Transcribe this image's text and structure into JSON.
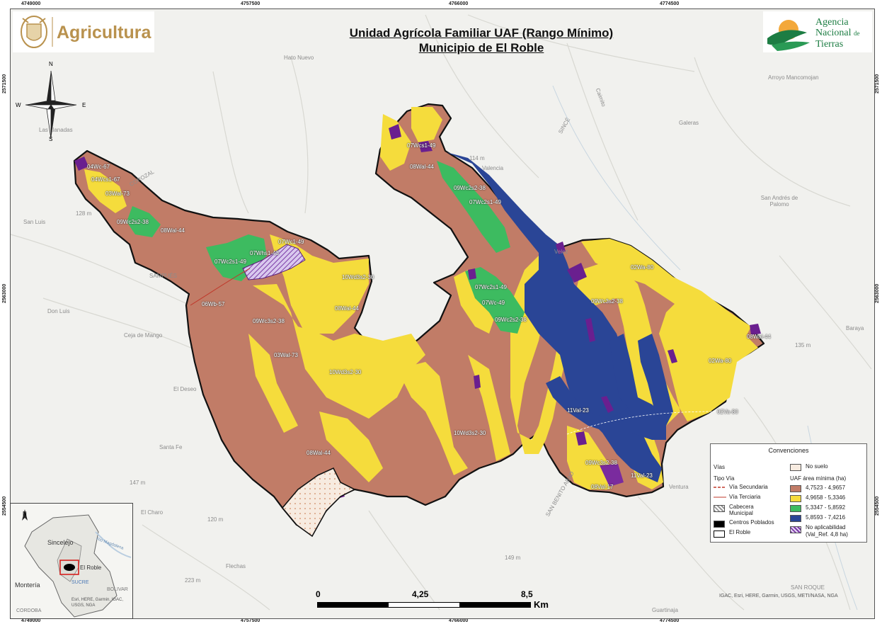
{
  "title": {
    "line1": "Unidad Agrícola Familiar UAF (Rango Mínimo)",
    "line2": "Municipio de El Roble"
  },
  "logos": {
    "left_text": "Agricultura",
    "right_line1": "Agencia",
    "right_line2": "Nacional",
    "right_de": "de",
    "right_line3": "Tierras"
  },
  "compass": {
    "n": "N",
    "s": "S",
    "e": "E",
    "w": "W"
  },
  "coords": {
    "top": [
      "4749000",
      "4757500",
      "4766000",
      "4774500"
    ],
    "bottom": [
      "4749000",
      "4757500",
      "4766000",
      "4774500"
    ],
    "left": [
      "2571500",
      "2563000",
      "2554500"
    ],
    "right": [
      "2571500",
      "2563000",
      "2554500"
    ]
  },
  "place_labels": [
    "Hato Nuevo",
    "San Luis",
    "Las Llanadas",
    "Don Luis",
    "Ceja de Mango",
    "El Deseo",
    "Santa Fe",
    "El Charo",
    "Flechas",
    "Valencia",
    "Galeras",
    "San Andrés de Palomo",
    "Baraya",
    "Ventura",
    "Guartinaja",
    "SAN ROQUE",
    "SAN BENITO ABAD",
    "SINCÉ",
    "COROZAL",
    "SAMPUÉS",
    "Arroyo Mancomojan",
    "Caimito",
    "Velez",
    "128 m",
    "147 m",
    "114 m",
    "135 m",
    "120 m",
    "149 m",
    "223 m"
  ],
  "unit_labels": [
    "04Wc-67",
    "04Wcs1-67",
    "03Wal-73",
    "09Wc2s2-38",
    "08Wal-44",
    "07Wc1-49",
    "07Whs1-43",
    "07Wc2s1-49",
    "10Wd3s2-30",
    "08Wal-44",
    "06Wb-57",
    "09Wc3s2-38",
    "03Wal-73",
    "10Wd3s2-30",
    "10Wd3s2-30",
    "08Wal-44",
    "07Wcs1-49",
    "08Wal-44",
    "09Wc2s2-38",
    "07Wc2s1-49",
    "07Wc2s1-49",
    "07Wc-49",
    "09Wc2s2-38",
    "09Wc3s2-38",
    "02Wa-80",
    "08Wal-44",
    "02Wa-80",
    "02Va-80",
    "11Val-23",
    "09Wc3s2-38",
    "11Val-23",
    "08Val-17"
  ],
  "legend": {
    "title": "Convenciones",
    "vias": "Vías",
    "tipo_via": "Tipo Vía",
    "via_secundaria": "Vía Secundaria",
    "via_terciaria": "Vía Terciaria",
    "cabecera": "Cabecera Municipal",
    "centros": "Centros Poblados",
    "el_roble": "El Roble",
    "no_suelo": "No suelo",
    "uaf_title": "UAF área mínima (ha)",
    "classes": [
      {
        "label": "4,7523 - 4,9657",
        "color": "#c17c67"
      },
      {
        "label": "4,9658 - 5,3346",
        "color": "#f5dc3c"
      },
      {
        "label": "5,3347 - 5,8592",
        "color": "#3dbb60"
      },
      {
        "label": "5,8593 - 7,4216",
        "color": "#2a4596"
      }
    ],
    "no_aplica_1": "No aplicabilidad",
    "no_aplica_2": "(Val_Ref. 4,8 ha)"
  },
  "colors": {
    "brown": "#c17c67",
    "yellow": "#f5dc3c",
    "green": "#3dbb60",
    "blue": "#2a4596",
    "purple": "#6a1f8f",
    "nosuelo": "#f7ebe0"
  },
  "scale": {
    "labels": [
      "0",
      "4,25",
      "8,5"
    ],
    "unit": "Km"
  },
  "inset": {
    "labels": [
      "N",
      "Sincelejo",
      "Montería",
      "El Roble",
      "SUCRE",
      "BOLIVAR",
      "CORDOBA",
      "Esri, HERE, Garmin, IGAC, USGS, NGA",
      "Rio Magdalena"
    ]
  },
  "attribution": "IGAC, Esri, HERE, Garmin, USGS, METI/NASA, NGA"
}
